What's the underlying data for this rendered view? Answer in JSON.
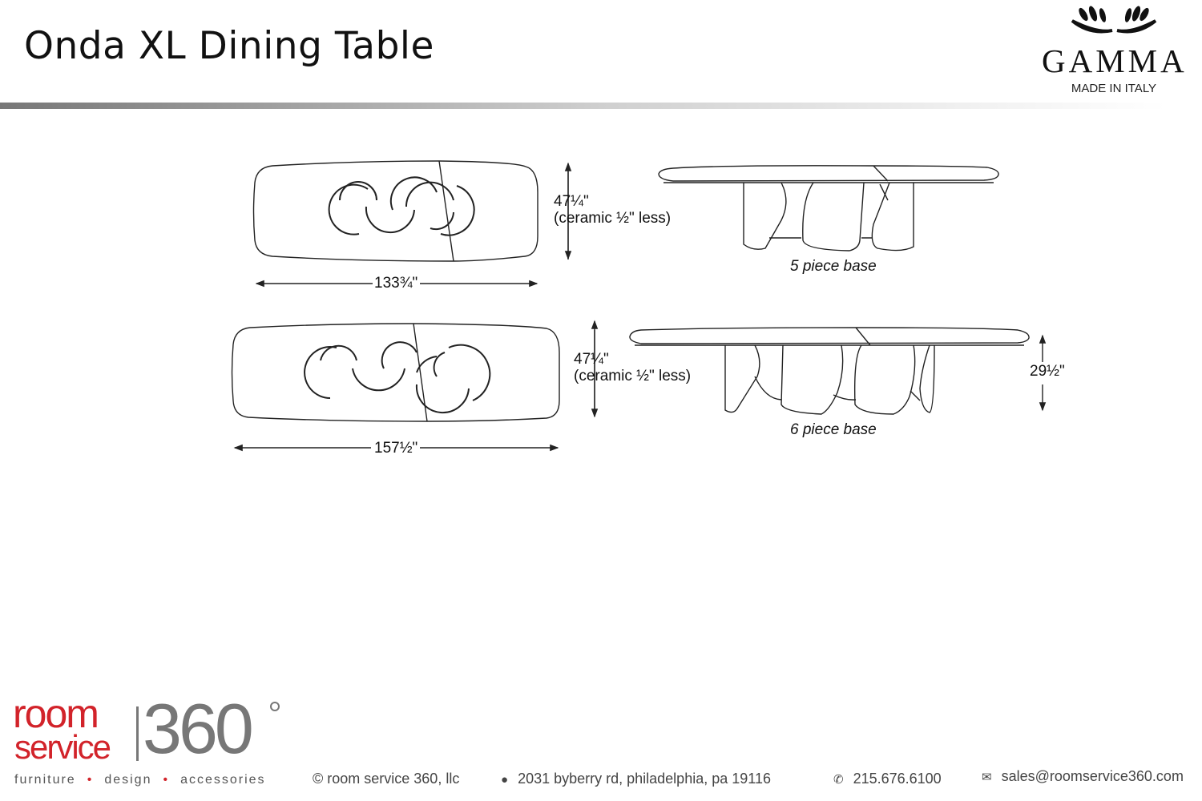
{
  "header": {
    "title": "Onda XL Dining Table",
    "brand": {
      "name": "GAMMA",
      "tagline": "MADE IN ITALY"
    }
  },
  "drawings": {
    "table_5": {
      "width": "133¾\"",
      "depth": "47¼\"",
      "depth_note": "(ceramic ½\" less)",
      "base_label": "5 piece base"
    },
    "table_6": {
      "width": "157½\"",
      "depth": "47¼\"",
      "depth_note": "(ceramic ½\" less)",
      "base_label": "6 piece base",
      "height": "29½\""
    }
  },
  "footer": {
    "logo": {
      "room": "room",
      "service": "service",
      "number": "360"
    },
    "tagline": [
      "furniture",
      "design",
      "accessories"
    ],
    "copyright": "© room service 360, llc",
    "address": "2031 byberry rd, philadelphia, pa 19116",
    "phone": "215.676.6100",
    "email": "sales@roomservice360.com",
    "colors": {
      "red": "#d2232a",
      "gray": "#777777"
    }
  }
}
